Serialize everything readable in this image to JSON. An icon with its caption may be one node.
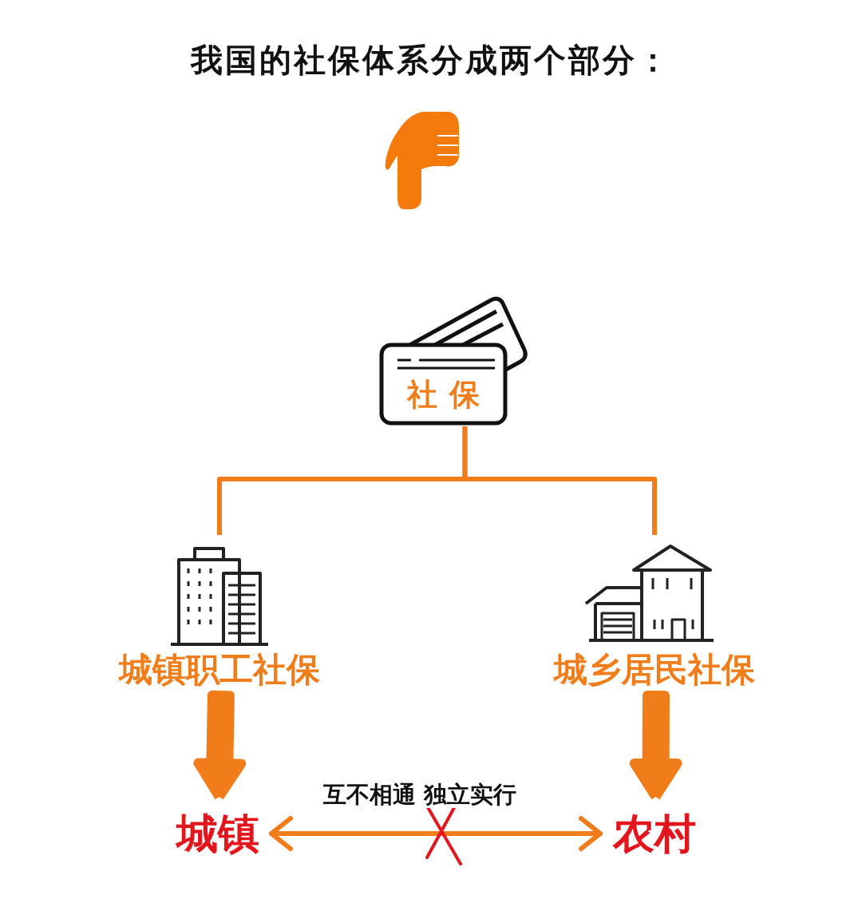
{
  "diagram": {
    "title": "我国的社保体系分成两个部分：",
    "nodes": [
      {
        "text": [
          "社保"
        ]
      },
      {
        "text": [
          "城镇职工社保"
        ]
      },
      {
        "text": [
          "城乡居民社保"
        ]
      },
      {
        "text": [
          "城镇"
        ]
      },
      {
        "text": [
          "农村"
        ]
      }
    ],
    "edges": [
      {
        "from": 0,
        "to": 1,
        "arrow": "none"
      },
      {
        "from": 0,
        "to": 2,
        "arrow": "none"
      },
      {
        "from": 1,
        "to": 3,
        "arrow": "to",
        "style": "thick"
      },
      {
        "from": 2,
        "to": 4,
        "arrow": "to",
        "style": "thick"
      },
      {
        "from": 3,
        "to": 4,
        "arrow": "both",
        "label": "互不相通 独立实行"
      }
    ]
  }
}
